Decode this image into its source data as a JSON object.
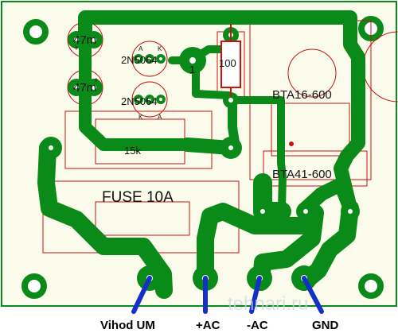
{
  "colors": {
    "board": "#fbfbec",
    "copper": "#0a8a18",
    "copper_dark": "#067312",
    "silkscreen": "#cc1111",
    "pad_hole": "#ffffff",
    "wire": "#1530c8",
    "text": "#000000",
    "watermark": "#c8d7e0"
  },
  "components": {
    "c1": "47m",
    "c2": "47m",
    "q1": "2N5064",
    "q2": "2N5064",
    "d1": "1",
    "r_100": "100",
    "r_15k": "15k",
    "triac1": "BTA16-600",
    "triac2": "BTA41-600",
    "fuse": "FUSE 10A",
    "pin_a": "A",
    "pin_k": "K",
    "plus": "+"
  },
  "terminals": {
    "vihod": "Vihod UM",
    "ac_plus": "+AC",
    "ac_minus": "-AC",
    "gnd": "GND"
  },
  "watermark": "tehnari.ru"
}
